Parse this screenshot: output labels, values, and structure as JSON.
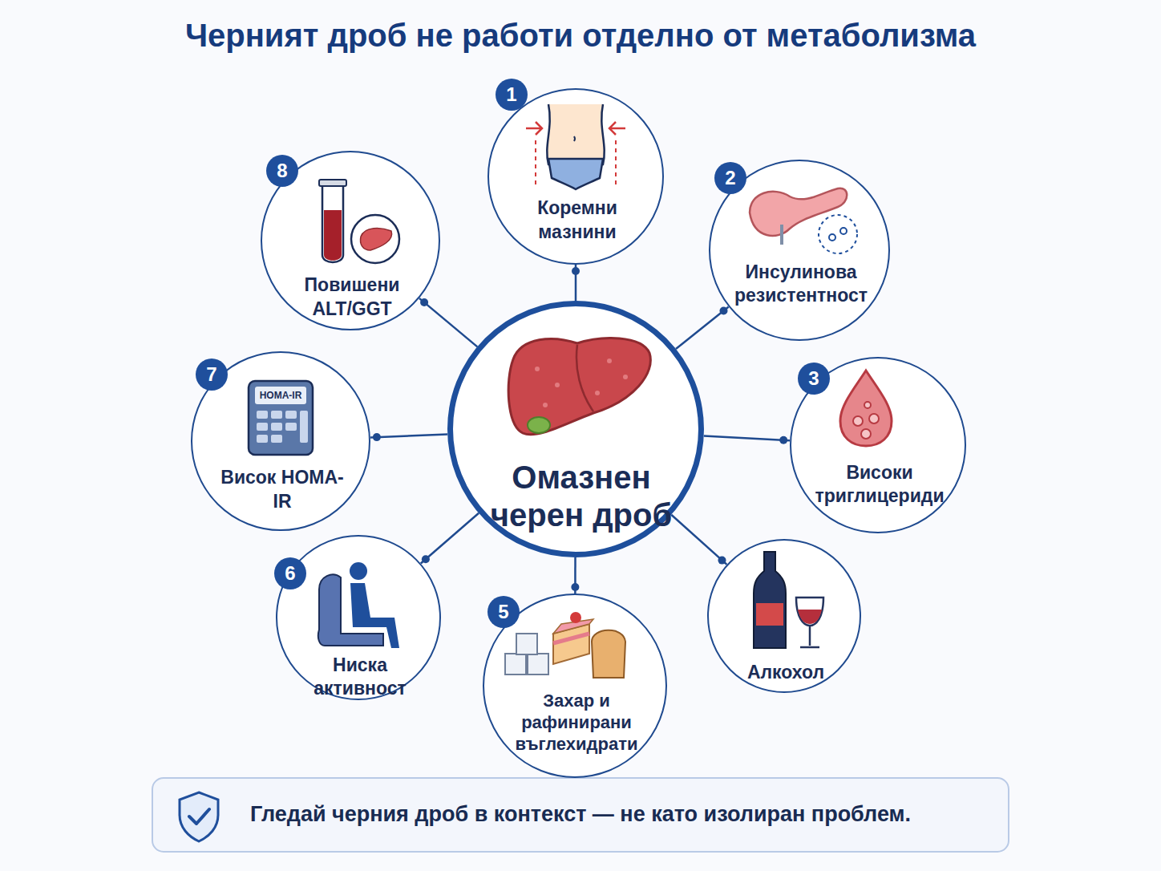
{
  "diagram": {
    "title": "Черният дроб не работи отделно от метаболизма",
    "caption": "Гледай черния дроб в контекст — не като изолиран проблем.",
    "nodes": [
      {
        "text": [
          "Омазнен черен дроб"
        ]
      },
      {
        "text": [
          "Коремни мазнини"
        ]
      },
      {
        "text": [
          "Инсулинова резистентност"
        ]
      },
      {
        "text": [
          "Високи триглицериди"
        ]
      },
      {
        "text": [
          "Алкохол"
        ]
      },
      {
        "text": [
          "Захар и рафинирани въглехидрати"
        ]
      },
      {
        "text": [
          "Ниска активност"
        ]
      },
      {
        "text": [
          "Висок HOMA-IR"
        ]
      },
      {
        "text": [
          "Повишени ALT/GGT"
        ]
      }
    ],
    "edges": [
      {
        "from": 0,
        "to": 1,
        "arrow": "none"
      },
      {
        "from": 0,
        "to": 2,
        "arrow": "none"
      },
      {
        "from": 0,
        "to": 3,
        "arrow": "none"
      },
      {
        "from": 0,
        "to": 4,
        "arrow": "none"
      },
      {
        "from": 0,
        "to": 5,
        "arrow": "none"
      },
      {
        "from": 0,
        "to": 6,
        "arrow": "none"
      },
      {
        "from": 0,
        "to": 7,
        "arrow": "none"
      },
      {
        "from": 0,
        "to": 8,
        "arrow": "none"
      }
    ],
    "labels": [
      "1",
      "2",
      "3",
      "5",
      "6",
      "7",
      "8",
      "HOMA-IR"
    ]
  }
}
